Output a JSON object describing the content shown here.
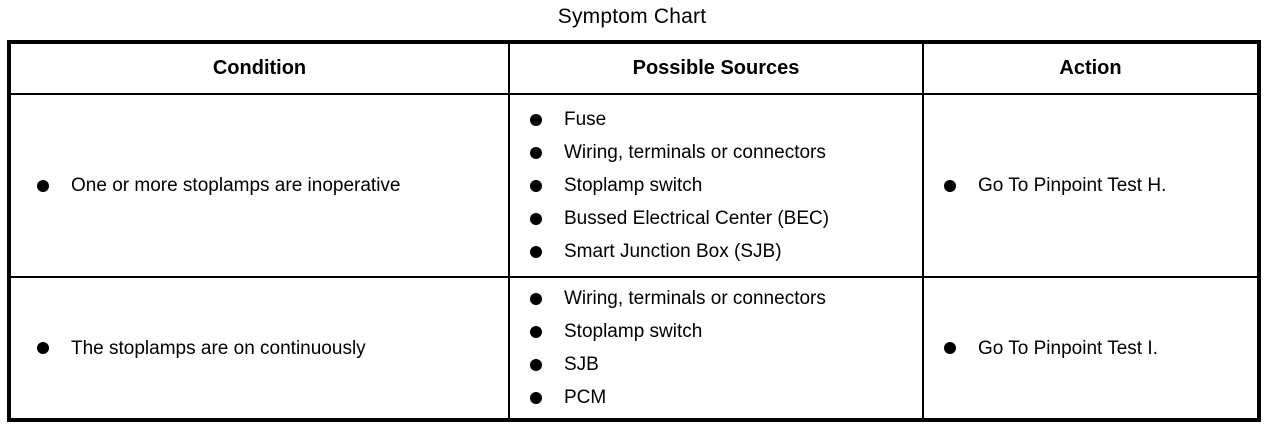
{
  "title": "Symptom Chart",
  "colors": {
    "background": "#ffffff",
    "border": "#000000",
    "text": "#000000"
  },
  "icons": {
    "bullet": "list-bullet-dot"
  },
  "table": {
    "columns": [
      "Condition",
      "Possible Sources",
      "Action"
    ],
    "rows": [
      {
        "condition": "One or more stoplamps are inoperative",
        "sources": [
          "Fuse",
          "Wiring, terminals or connectors",
          "Stoplamp switch",
          "Bussed Electrical Center (BEC)",
          "Smart Junction Box (SJB)"
        ],
        "action": "Go To Pinpoint Test H."
      },
      {
        "condition": "The stoplamps are on continuously",
        "sources": [
          "Wiring, terminals or connectors",
          "Stoplamp switch",
          "SJB",
          "PCM"
        ],
        "action": "Go To Pinpoint Test I."
      }
    ]
  }
}
